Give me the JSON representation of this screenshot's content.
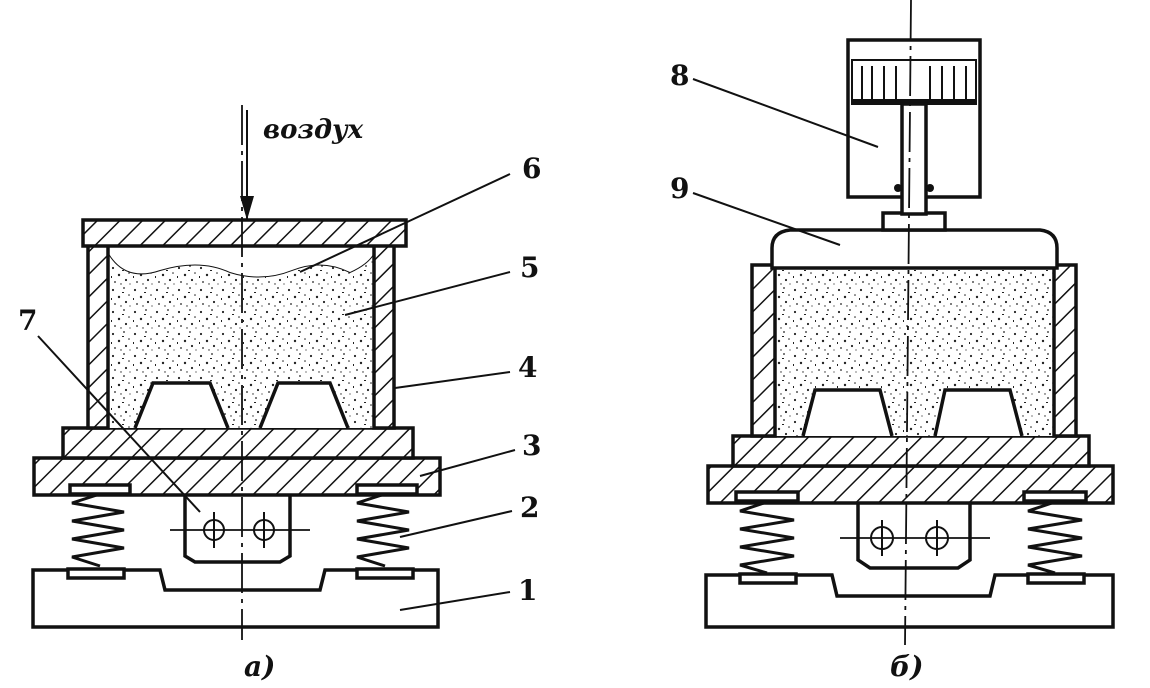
{
  "diagram": {
    "air_label": "воздух",
    "captions": {
      "a": "а)",
      "b": "б)"
    },
    "callouts_a": [
      "1",
      "2",
      "3",
      "4",
      "5",
      "6",
      "7"
    ],
    "callouts_b": [
      "8",
      "9"
    ]
  }
}
